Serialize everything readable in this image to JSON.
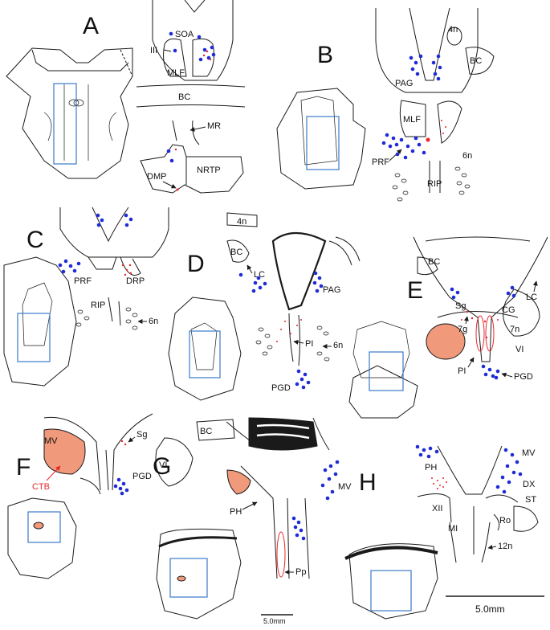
{
  "colors": {
    "line": "#1a1a1a",
    "box": "#3a7ac9",
    "dot": "#1f2bd6",
    "red": "#e8262a",
    "tracer": "#f0997b"
  },
  "panels": [
    {
      "letter": "A",
      "labels": [
        "SOA",
        "III",
        "MLF",
        "BC",
        "MR",
        "NRTP",
        "DMP"
      ]
    },
    {
      "letter": "B",
      "labels": [
        "4n",
        "BC",
        "PAG",
        "MLF",
        "PRF",
        "6n",
        "RIP"
      ]
    },
    {
      "letter": "C",
      "labels": [
        "PRF",
        "DRP",
        "RIP",
        "6n"
      ]
    },
    {
      "letter": "D",
      "labels": [
        "4n",
        "BC",
        "LC",
        "PAG",
        "PI",
        "6n",
        "PGD"
      ]
    },
    {
      "letter": "E",
      "labels": [
        "BC",
        "LC",
        "Sg",
        "CG",
        "7g",
        "7n",
        "VI",
        "PI",
        "PGD"
      ]
    },
    {
      "letter": "F",
      "labels": [
        "MV",
        "Sg",
        "VI",
        "CTB",
        "PGD"
      ]
    },
    {
      "letter": "G",
      "labels": [
        "BC",
        "MV",
        "PH",
        "Pp"
      ]
    },
    {
      "letter": "H",
      "labels": [
        "PH",
        "MV",
        "DX",
        "ST",
        "XII",
        "MI",
        "Ro",
        "12n"
      ]
    }
  ],
  "scale_bars": {
    "small": "5.0mm",
    "large": "5.0mm"
  }
}
